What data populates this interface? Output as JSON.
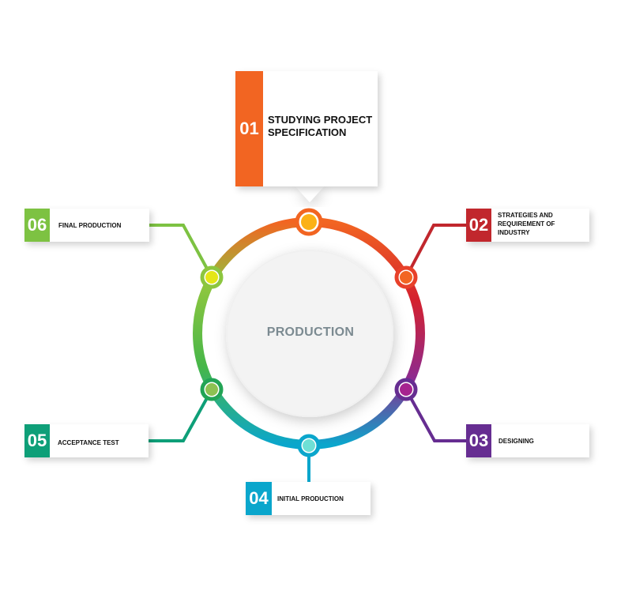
{
  "center_label": "PRODUCTION",
  "steps": [
    {
      "number": "01",
      "label": "STUDYING PROJECT SPECIFICATION",
      "color": "#f26522"
    },
    {
      "number": "02",
      "label": "STRATEGIES AND REQUIREMENT OF INDUSTRY",
      "color": "#c1272d"
    },
    {
      "number": "03",
      "label": "DESIGNING",
      "color": "#662d91"
    },
    {
      "number": "04",
      "label": "INITIAL PRODUCTION",
      "color": "#0aa6cc"
    },
    {
      "number": "05",
      "label": "ACCEPTANCE TEST",
      "color": "#0e9f78"
    },
    {
      "number": "06",
      "label": "FINAL PRODUCTION",
      "color": "#7dc242"
    }
  ],
  "dot_colors": [
    "#fbb117",
    "#f26522",
    "#a6238f",
    "#6ee0d5",
    "#8cc152",
    "#e5e617"
  ]
}
